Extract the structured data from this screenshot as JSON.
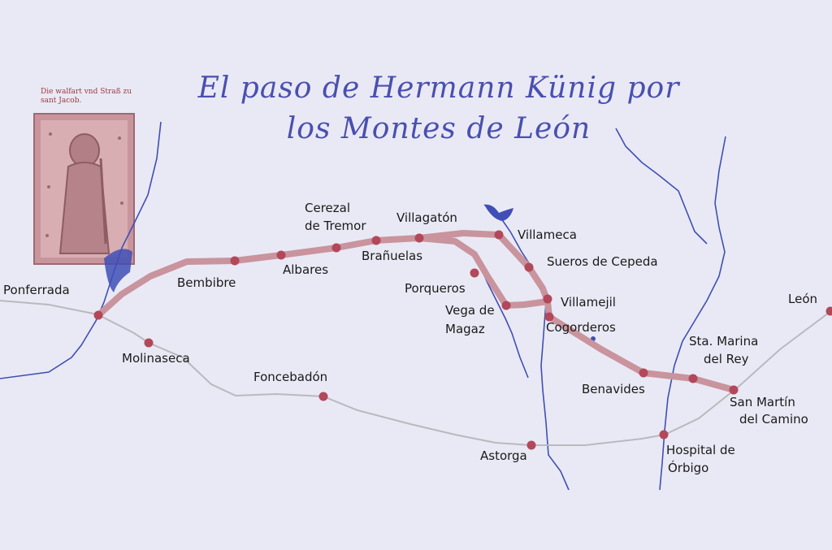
{
  "title": {
    "line1": "El paso de Hermann Künig por",
    "line2": "los Montes de León"
  },
  "woodcut": {
    "caption": "Die walfart vnd Straß zu sant Jacob."
  },
  "places": [
    "Ponferrada",
    "Bembibre",
    "Albares",
    "Cerezal",
    "de Tremor",
    "Brañuelas",
    "Villagatón",
    "Villameca",
    "Sueros de Cepeda",
    "Porqueros",
    "Vega de",
    "Magaz",
    "Villamejil",
    "Cogorderos",
    "Benavides",
    "Sta. Marina",
    "del Rey",
    "San Martín",
    "del Camino",
    "León",
    "Molinaseca",
    "Foncebadón",
    "Astorga",
    "Hospital de",
    "Órbigo"
  ],
  "colors": {
    "background": "#e9e9f5",
    "route": "#c9949d",
    "stop": "#b2485a",
    "camino": "#b9b9bd",
    "river": "#3f4fb5",
    "title": "#4a4fb0",
    "woodcut": "#c8959c"
  }
}
